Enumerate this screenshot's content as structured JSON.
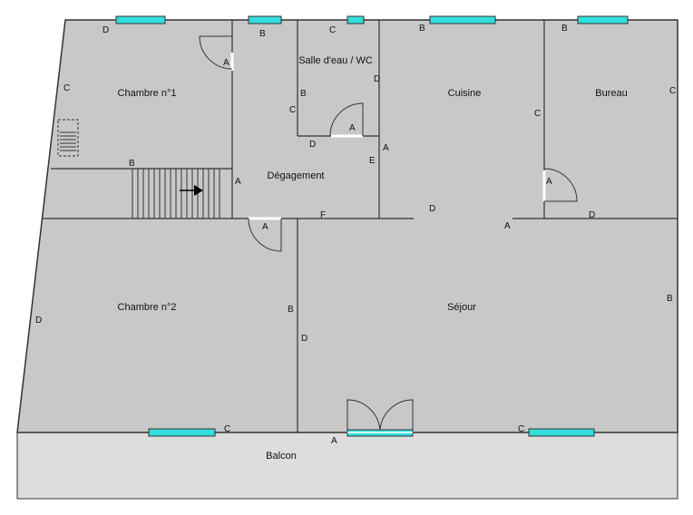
{
  "colors": {
    "room_fill": "#c8c8c8",
    "balcony_fill": "#dddddd",
    "wall": "#333333",
    "window": "#33dddd",
    "door_opening": "#ffffff",
    "arrow": "#000000"
  },
  "rooms": {
    "chambre1": "Chambre n°1",
    "salle_eau": "Salle d'eau / WC",
    "cuisine": "Cuisine",
    "bureau": "Bureau",
    "degagement": "Dégagement",
    "chambre2": "Chambre n°2",
    "sejour": "Séjour",
    "balcon": "Balcon"
  },
  "wall_codes": {
    "w01": "D",
    "w02": "B",
    "w03": "C",
    "w04": "B",
    "w05": "B",
    "w06": "C",
    "w07": "C",
    "w08": "B",
    "w09": "C",
    "w10": "D",
    "w11": "D",
    "w12": "E",
    "w13": "B",
    "w14": "A",
    "w15": "A",
    "w16": "F",
    "w17": "D",
    "w18": "D",
    "w19": "D",
    "w20": "B",
    "w21": "B",
    "w22": "D",
    "w23": "C",
    "w24": "C",
    "w25": "A",
    "w26": "C",
    "w27": "A"
  },
  "door_codes": {
    "d_ch1": "A",
    "d_wc": "A",
    "d_bureau": "A",
    "d_ch2": "A"
  },
  "icons": {
    "stairs": "stairs-icon",
    "stair_arrow": "arrow-right-icon",
    "ladder": "ladder-icon"
  }
}
